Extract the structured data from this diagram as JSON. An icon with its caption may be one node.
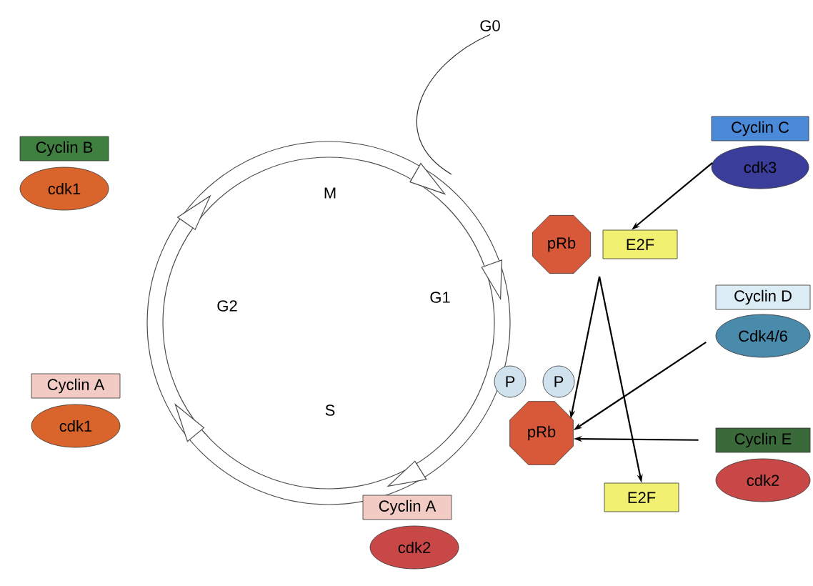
{
  "diagram": {
    "nodes": [
      {
        "text": [
          "Cyclin B"
        ]
      },
      {
        "text": [
          "cdk1"
        ]
      },
      {
        "text": [
          "Cyclin A"
        ]
      },
      {
        "text": [
          "cdk1"
        ]
      },
      {
        "text": [
          "Cyclin A"
        ]
      },
      {
        "text": [
          "cdk2"
        ]
      },
      {
        "text": [
          "Cyclin C"
        ]
      },
      {
        "text": [
          "cdk3"
        ]
      },
      {
        "text": [
          "Cyclin D"
        ]
      },
      {
        "text": [
          "Cdk4/6"
        ]
      },
      {
        "text": [
          "Cyclin E"
        ]
      },
      {
        "text": [
          "cdk2"
        ]
      },
      {
        "text": [
          "pRb"
        ]
      },
      {
        "text": [
          "E2F"
        ]
      },
      {
        "text": [
          "P"
        ]
      },
      {
        "text": [
          "P"
        ]
      },
      {
        "text": [
          "pRb"
        ]
      },
      {
        "text": [
          "E2F"
        ]
      },
      {
        "text": [
          "G0"
        ]
      }
    ],
    "edges": [
      {
        "from": 18,
        "to": null,
        "arrow": "none"
      },
      {
        "from": 7,
        "to": 13,
        "arrow": "to"
      },
      {
        "from": 9,
        "to": 16,
        "arrow": "to"
      },
      {
        "from": 10,
        "to": 16,
        "arrow": "to"
      },
      {
        "from": 12,
        "to": 16,
        "arrow": "to"
      },
      {
        "from": 12,
        "to": 17,
        "arrow": "to"
      }
    ],
    "labels": [
      "M",
      "G2",
      "G1",
      "S"
    ]
  }
}
